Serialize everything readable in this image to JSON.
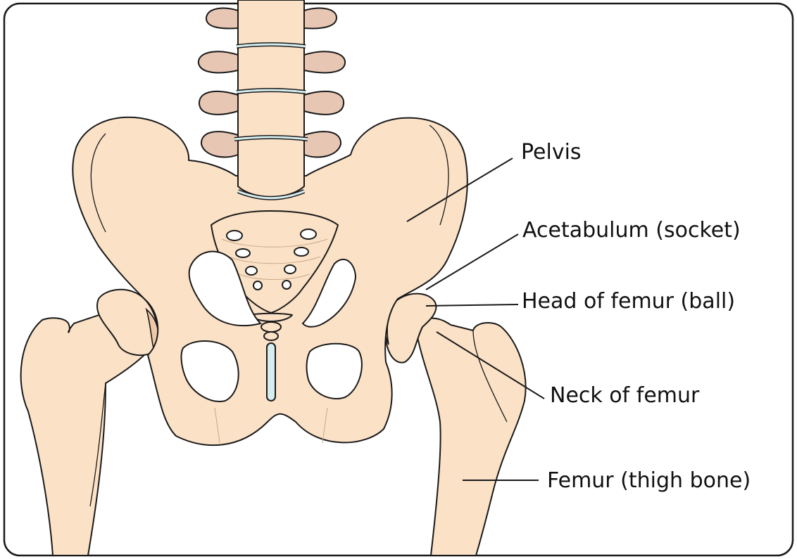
{
  "labels": {
    "pelvis": "Pelvis",
    "acetabulum": "Acetabulum (socket)",
    "head_of_femur": "Head of femur (ball)",
    "neck_of_femur": "Neck of femur",
    "femur": "Femur (thigh bone)"
  },
  "colors": {
    "bone": "#fbe1c6",
    "vertebra": "#e7c7b4",
    "disc": "#d6eef0",
    "outline": "#1a1a1a",
    "background": "#ffffff"
  }
}
